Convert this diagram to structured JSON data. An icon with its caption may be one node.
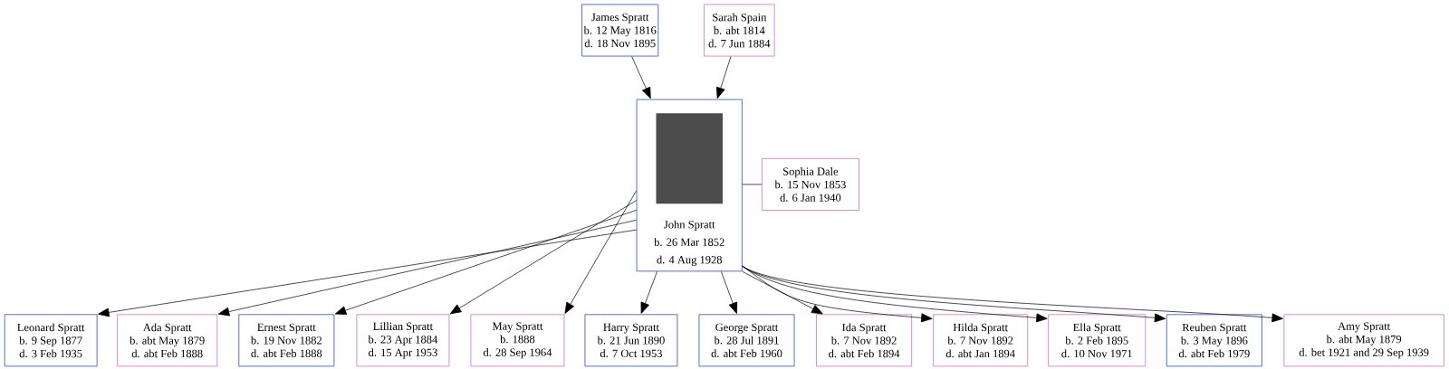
{
  "diagram": {
    "nodes": [
      {
        "text": [
          "James Spratt",
          "b. 12 May 1816",
          "d. 18 Nov 1895"
        ]
      },
      {
        "text": [
          "Sarah Spain",
          "b. abt 1814",
          "d. 7 Jun 1884"
        ]
      },
      {
        "text": [
          "John Spratt",
          "b. 26 Mar 1852",
          "d. 4 Aug 1928"
        ]
      },
      {
        "text": [
          "Sophia Dale",
          "b. 15 Nov 1853",
          "d. 6 Jan 1940"
        ]
      },
      {
        "text": [
          "Leonard Spratt",
          "b. 9 Sep 1877",
          "d. 3 Feb 1935"
        ]
      },
      {
        "text": [
          "Ada Spratt",
          "b. abt May 1879",
          "d. abt Feb 1888"
        ]
      },
      {
        "text": [
          "Ernest Spratt",
          "b. 19 Nov 1882",
          "d. abt Feb 1888"
        ]
      },
      {
        "text": [
          "Lillian Spratt",
          "b. 23 Apr 1884",
          "d. 15 Apr 1953"
        ]
      },
      {
        "text": [
          "May Spratt",
          "b. 1888",
          "d. 28 Sep 1964"
        ]
      },
      {
        "text": [
          "Harry Spratt",
          "b. 21 Jun 1890",
          "d. 7 Oct 1953"
        ]
      },
      {
        "text": [
          "George Spratt",
          "b. 28 Jul 1891",
          "d. abt Feb 1960"
        ]
      },
      {
        "text": [
          "Ida Spratt",
          "b. 7 Nov 1892",
          "d. abt Feb 1894"
        ]
      },
      {
        "text": [
          "Hilda Spratt",
          "b. 7 Nov 1892",
          "d. abt Jan 1894"
        ]
      },
      {
        "text": [
          "Ella Spratt",
          "b. 2 Feb 1895",
          "d. 10 Nov 1971"
        ]
      },
      {
        "text": [
          "Reuben Spratt",
          "b. 3 May 1896",
          "d. abt Feb 1979"
        ]
      },
      {
        "text": [
          "Amy Spratt",
          "b. abt May 1879",
          "d. bet 1921 and 29 Sep 1939"
        ]
      }
    ],
    "edges": [
      {
        "from": 0,
        "to": 2,
        "arrow": "to"
      },
      {
        "from": 1,
        "to": 2,
        "arrow": "to"
      },
      {
        "from": 2,
        "to": 3,
        "arrow": "none"
      },
      {
        "from": 2,
        "to": 4,
        "arrow": "to"
      },
      {
        "from": 2,
        "to": 5,
        "arrow": "to"
      },
      {
        "from": 2,
        "to": 6,
        "arrow": "to"
      },
      {
        "from": 2,
        "to": 7,
        "arrow": "to"
      },
      {
        "from": 2,
        "to": 8,
        "arrow": "to"
      },
      {
        "from": 2,
        "to": 9,
        "arrow": "to"
      },
      {
        "from": 2,
        "to": 10,
        "arrow": "to"
      },
      {
        "from": 2,
        "to": 11,
        "arrow": "to"
      },
      {
        "from": 2,
        "to": 12,
        "arrow": "to"
      },
      {
        "from": 2,
        "to": 13,
        "arrow": "to"
      },
      {
        "from": 2,
        "to": 14,
        "arrow": "to"
      },
      {
        "from": 2,
        "to": 15,
        "arrow": "to"
      }
    ]
  }
}
